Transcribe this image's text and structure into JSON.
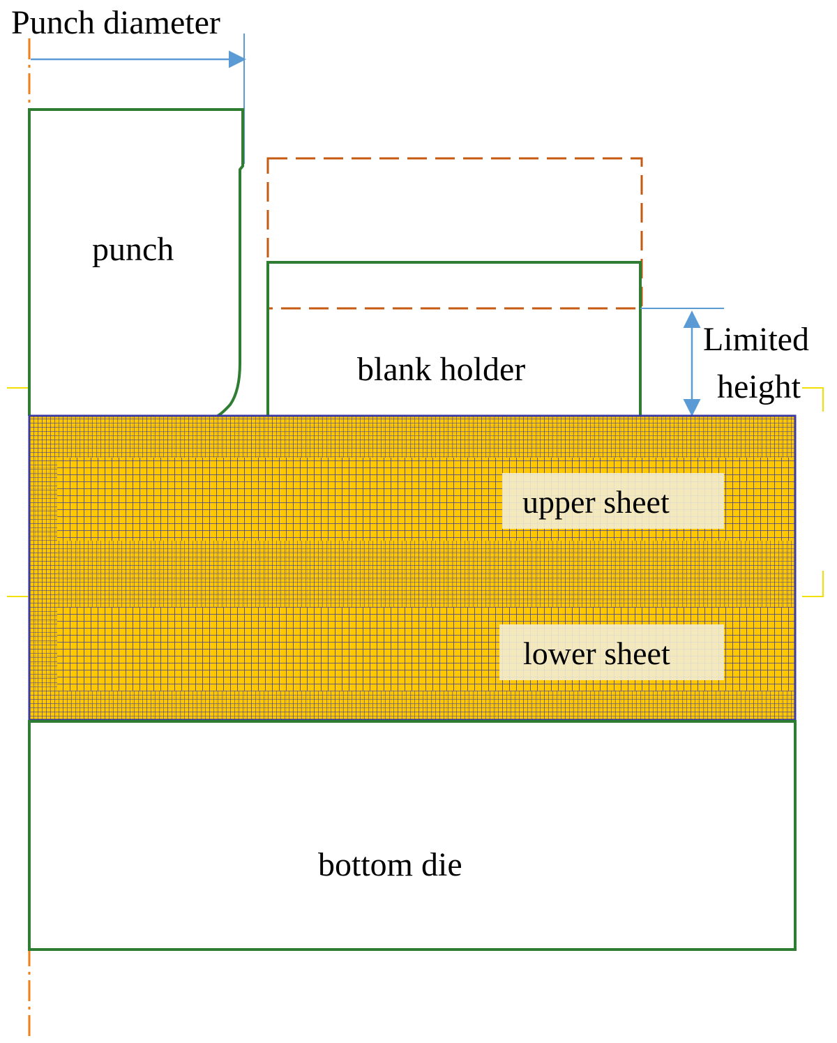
{
  "labels": {
    "punch_diameter": "Punch diameter",
    "punch": "punch",
    "blank_holder": "blank holder",
    "limited_height_line1": "Limited",
    "limited_height_line2": "height",
    "upper_sheet": "upper sheet",
    "lower_sheet": "lower sheet",
    "bottom_die": "bottom die"
  },
  "colors": {
    "tool_outline": "#2e7d32",
    "holder_initial_dashed": "#c55a11",
    "axis": "#f07f1a",
    "dimension": "#5b9bd5",
    "mesh_fill": "#ffc800",
    "mesh_lines": "#3a3aa0",
    "label_box": "#f3ecd0",
    "marker": "#f2e000"
  },
  "icons": {
    "dimension_arrow": "arrow-icon",
    "axis": "symmetry-axis-icon"
  }
}
